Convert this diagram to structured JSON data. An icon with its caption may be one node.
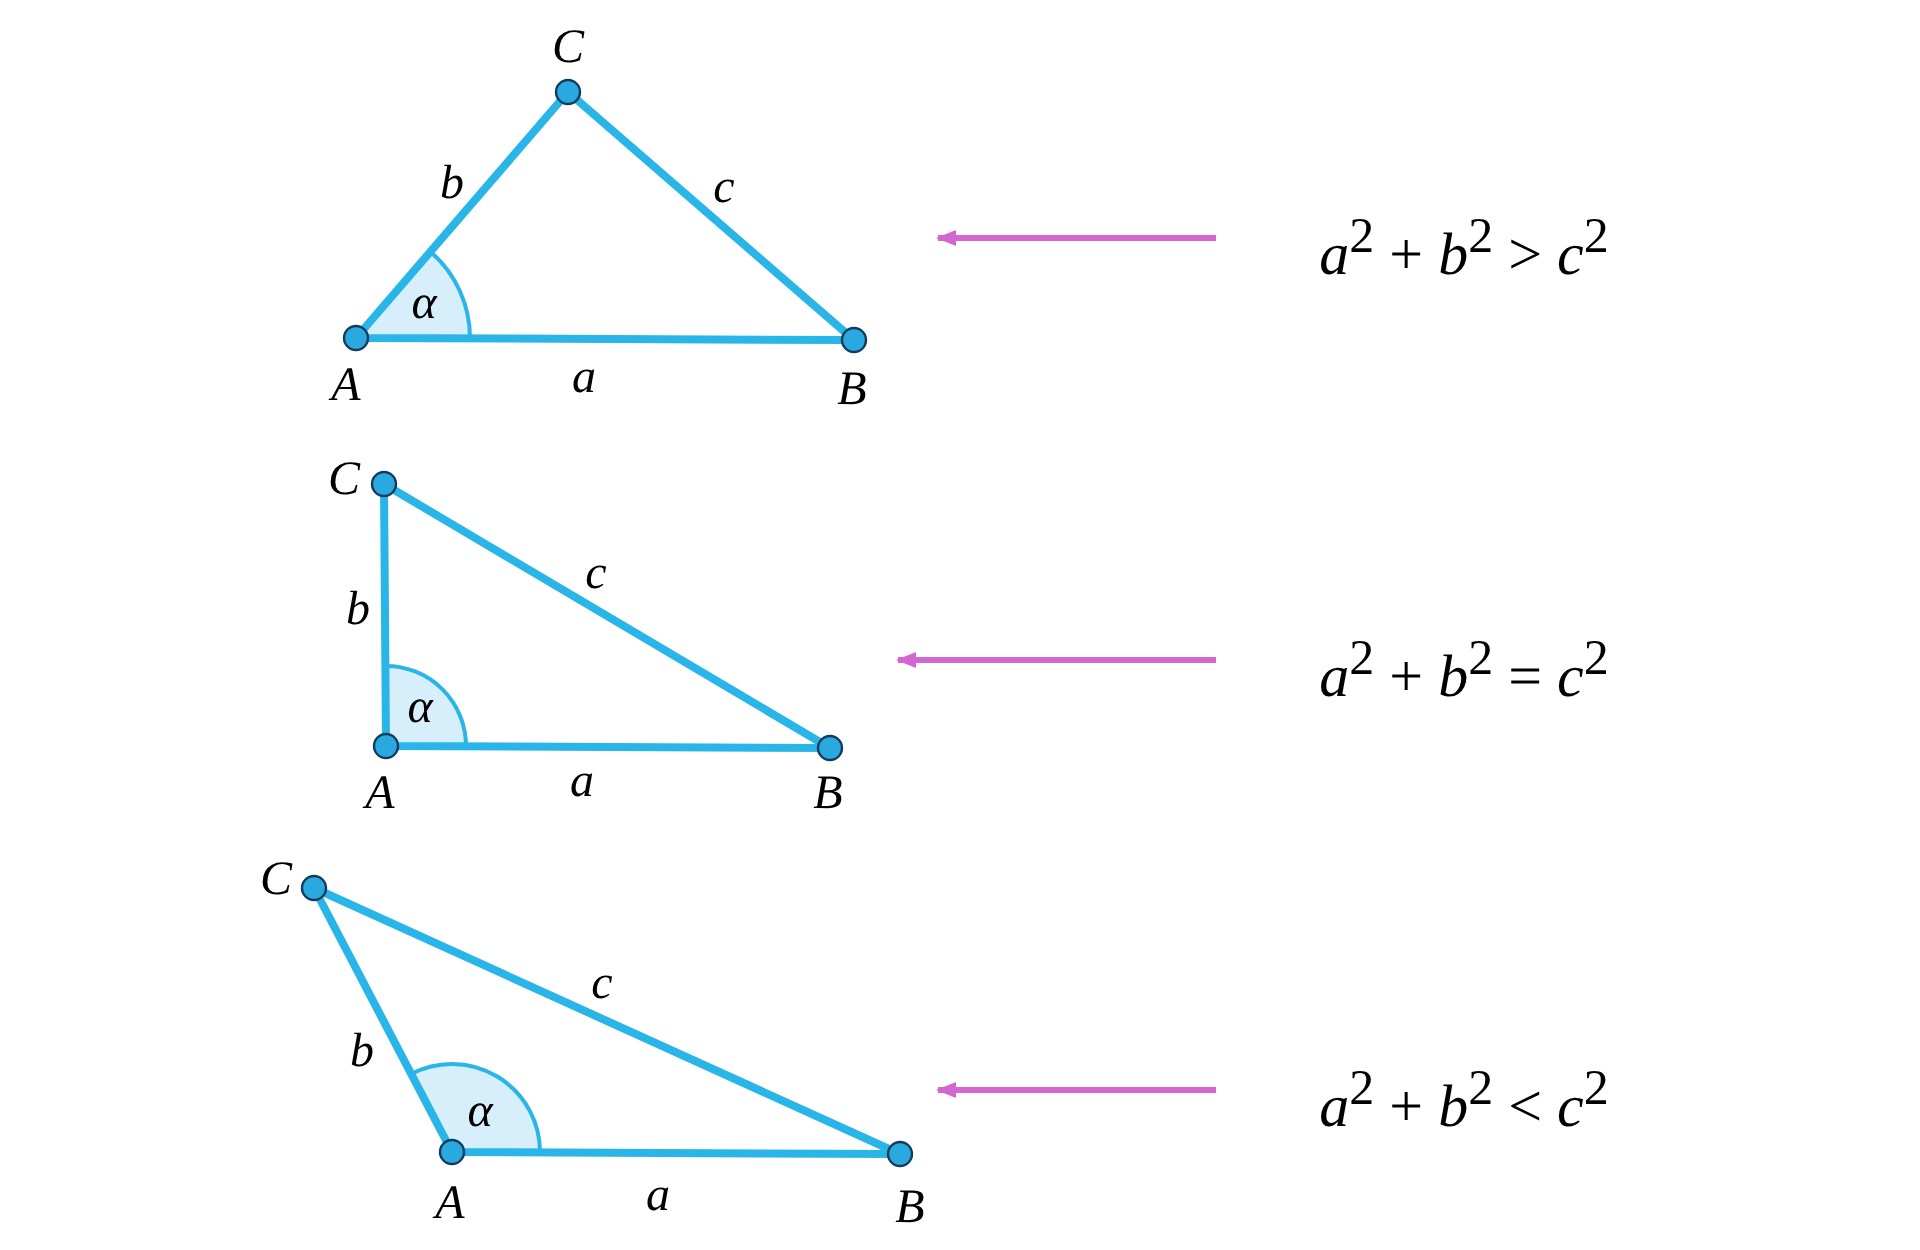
{
  "diagram": {
    "nodes": [
      {
        "text": [],
        "shape": "triangle"
      },
      {
        "text": [
          "*a*$^{2}$ + *b*$^{2}$ > *c*$^{2}$"
        ]
      },
      {
        "text": [],
        "shape": "triangle"
      },
      {
        "text": [
          "*a*$^{2}$ + *b*$^{2}$ = *c*$^{2}$"
        ]
      },
      {
        "text": [],
        "shape": "triangle"
      },
      {
        "text": [
          "*a*$^{2}$ + *b*$^{2}$ < *c*$^{2}$"
        ]
      }
    ],
    "edges": [
      {
        "from": 1,
        "to": 0,
        "arrow": "to"
      },
      {
        "from": 3,
        "to": 2,
        "arrow": "to"
      },
      {
        "from": 5,
        "to": 4,
        "arrow": "to"
      }
    ],
    "labels": [
      "C",
      "b",
      "c",
      "α",
      "A",
      "a",
      "B",
      "C",
      "c",
      "b",
      "α",
      "A",
      "a",
      "B",
      "C",
      "c",
      "b",
      "α",
      "A",
      "a",
      "B"
    ]
  }
}
